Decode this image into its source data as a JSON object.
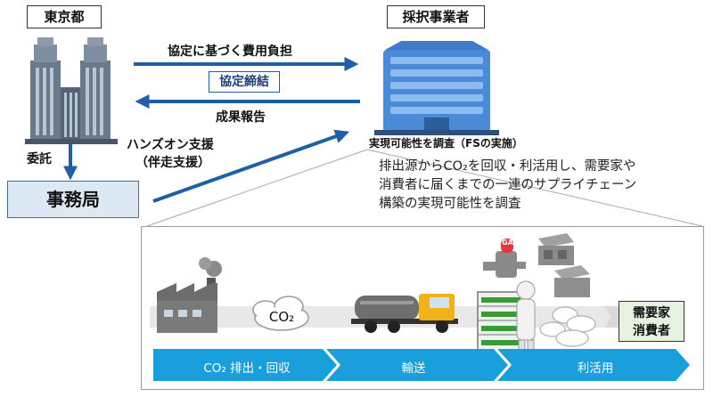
{
  "tokyo": {
    "label": "東京都"
  },
  "adopted": {
    "label": "採択事業者",
    "fs_caption": "実現可能性を調査（FSの実施）"
  },
  "arrows": {
    "cost_burden": "協定に基づく費用負担",
    "agreement": "協定締結",
    "report": "成果報告",
    "consign": "委託",
    "hands_on_line1": "ハンズオン支援",
    "hands_on_line2": "（伴走支援）"
  },
  "secretariat": {
    "label": "事務局"
  },
  "description": {
    "line1": "排出源からCO₂を回収・利活用し、需要家や",
    "line2": "消費者に届くまでの一連のサプライチェーン",
    "line3": "構築の実現可能性を調査"
  },
  "supply_chain": {
    "cloud_label": "CO₂",
    "gas_tag": "GAS",
    "consumer_line1": "需要家",
    "consumer_line2": "消費者",
    "stage1": "CO₂ 排出・回収",
    "stage2": "輸送",
    "stage3": "利活用"
  },
  "colors": {
    "arrow_blue": "#1f5fa8",
    "chevron_blue": "#19a0dc",
    "secretariat_fill": "#dde8f5",
    "consumer_fill": "#e4f2df"
  }
}
